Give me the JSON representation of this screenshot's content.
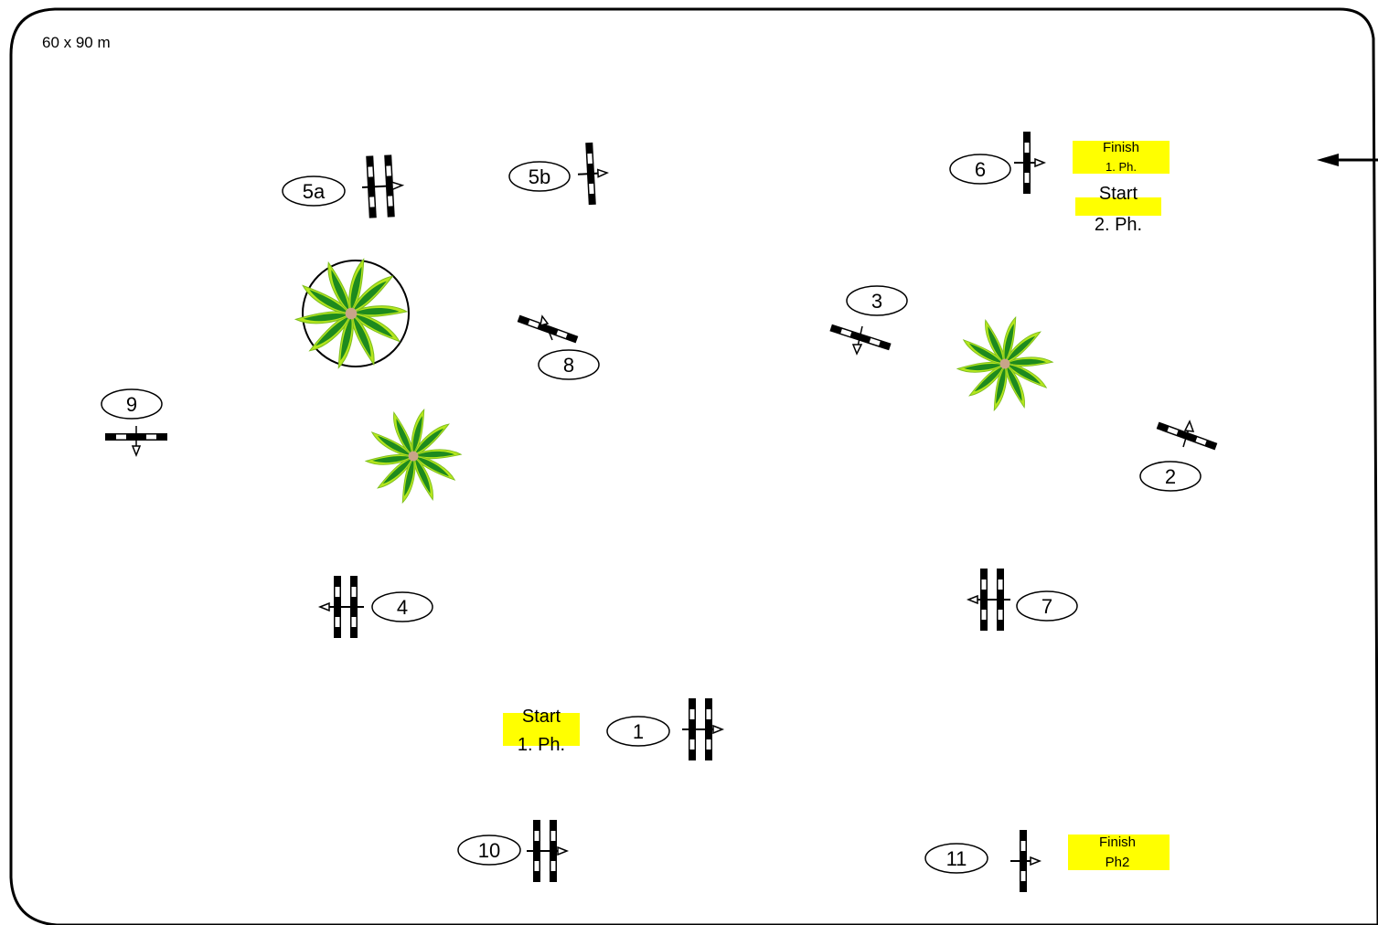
{
  "arena": {
    "size_label": "60 x 90 m"
  },
  "fences": {
    "1": "1",
    "2": "2",
    "3": "3",
    "4": "4",
    "5a": "5a",
    "5b": "5b",
    "6": "6",
    "7": "7",
    "8": "8",
    "9": "9",
    "10": "10",
    "11": "11"
  },
  "labels": {
    "start_phase1": {
      "line1": "Start",
      "line2": "1. Ph."
    },
    "finish_phase1": {
      "line1": "Finish",
      "line2": "1. Ph."
    },
    "start_phase2": {
      "line1": "Start",
      "line2": "2. Ph."
    },
    "finish_phase2": {
      "line1": "Finish",
      "line2": "Ph2"
    }
  },
  "colors": {
    "label_highlight": "#ffff00",
    "plant_light": "#b5e61d",
    "plant_dark": "#1e8a1e"
  },
  "icons": {
    "plant": "plant-icon",
    "entry_arrow": "arrow-left-icon",
    "oxer": "double-fence-icon",
    "vertical": "single-fence-icon"
  }
}
